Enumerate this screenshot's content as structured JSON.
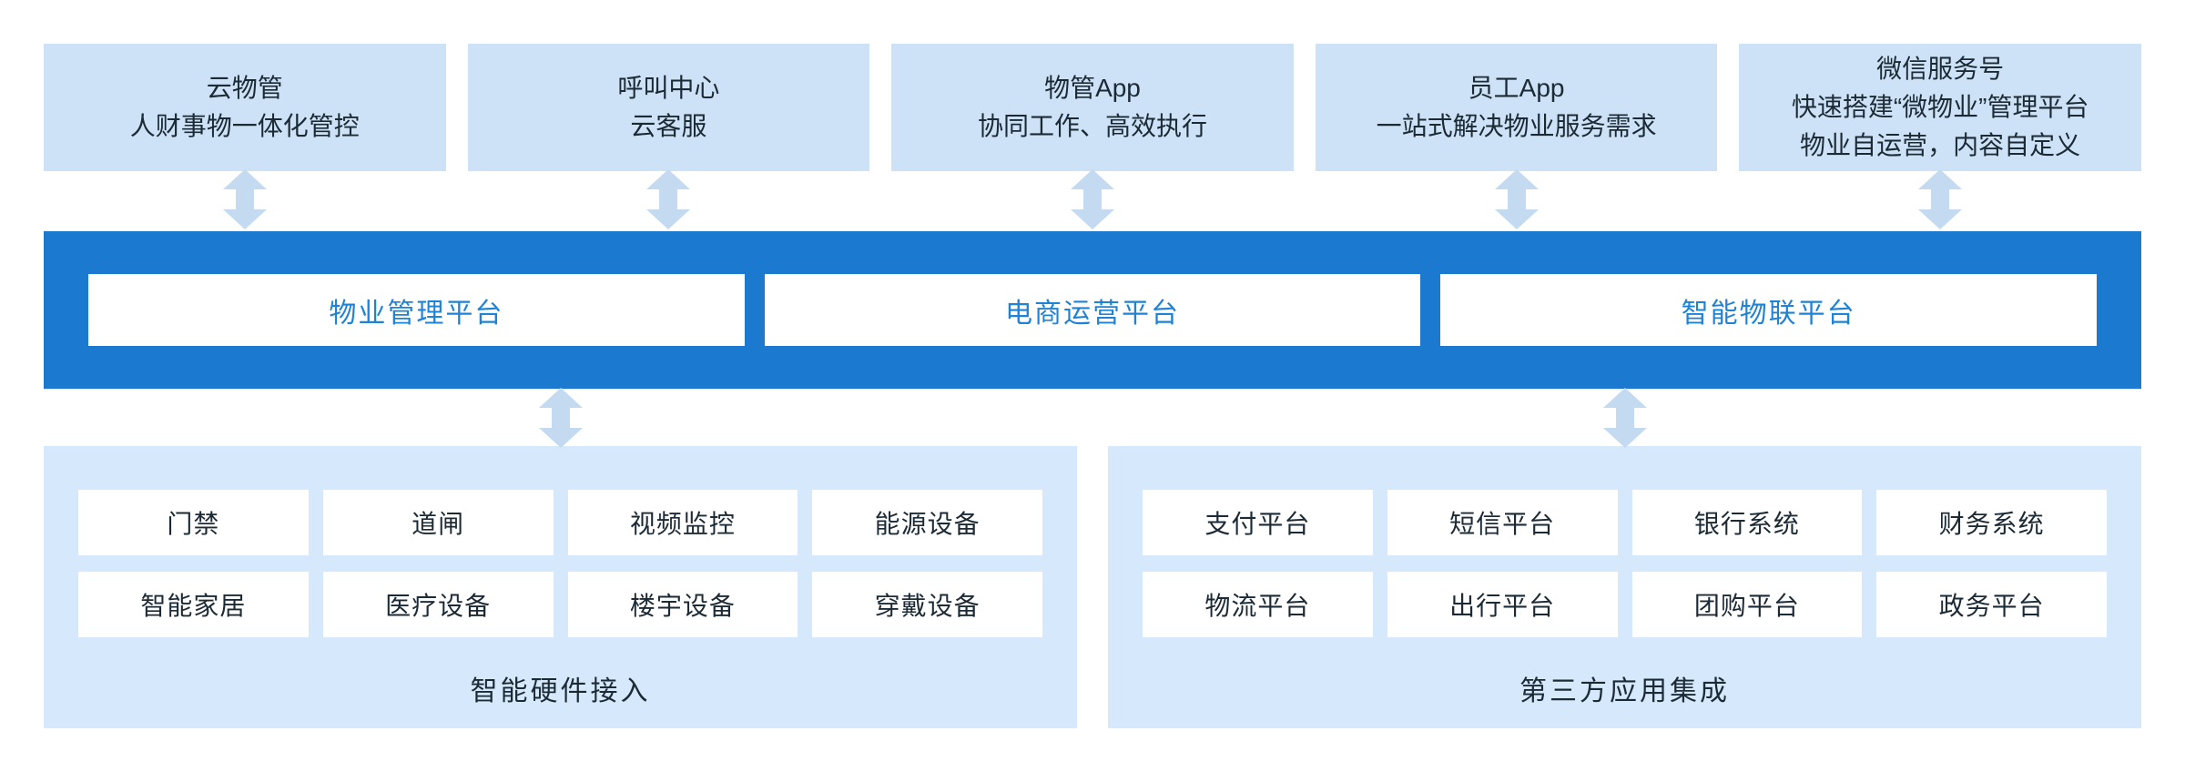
{
  "colors": {
    "page_bg": "#ffffff",
    "app_box_bg": "#cde2f6",
    "panel_bg": "#d6e8fb",
    "bar_bg": "#1b7ad0",
    "platform_box_bg": "#ffffff",
    "platform_text": "#1e83d6",
    "arrow": "#c3daf1",
    "dark_text": "#1b2a35"
  },
  "icons": {
    "double_arrow": "double-headed-vertical-arrow"
  },
  "top_apps": [
    {
      "lines": [
        "云物管",
        "人财事物一体化管控"
      ]
    },
    {
      "lines": [
        "呼叫中心",
        "云客服"
      ]
    },
    {
      "lines": [
        "物管App",
        "协同工作、高效执行"
      ]
    },
    {
      "lines": [
        "员工App",
        "一站式解决物业服务需求"
      ]
    },
    {
      "lines": [
        "微信服务号",
        "快速搭建“微物业”管理平台",
        "物业自运营，内容自定义"
      ]
    }
  ],
  "platforms": [
    {
      "label": "物业管理平台"
    },
    {
      "label": "电商运营平台"
    },
    {
      "label": "智能物联平台"
    }
  ],
  "hardware_section": {
    "title": "智能硬件接入",
    "items": [
      "门禁",
      "道闸",
      "视频监控",
      "能源设备",
      "智能家居",
      "医疗设备",
      "楼宇设备",
      "穿戴设备"
    ]
  },
  "thirdparty_section": {
    "title": "第三方应用集成",
    "items": [
      "支付平台",
      "短信平台",
      "银行系统",
      "财务系统",
      "物流平台",
      "出行平台",
      "团购平台",
      "政务平台"
    ]
  }
}
